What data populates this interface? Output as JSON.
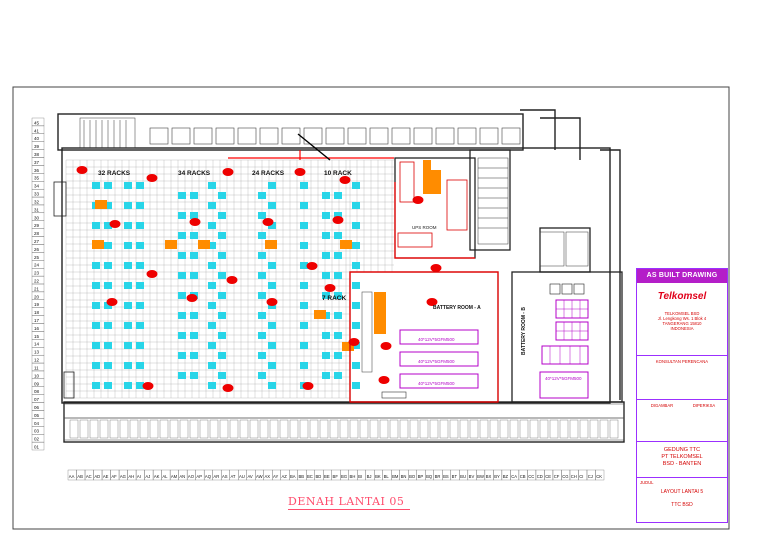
{
  "title_block": {
    "header": "AS BUILT DRAWING",
    "logo": "Telkomsel",
    "company_lines": [
      "TELKOMSEL BSD",
      "Jl. Lengkong Ws. 1 Blok 4",
      "TANGERANG 15810",
      "INDONESIA"
    ],
    "cell_a": "KONSULTAN PERENCANA",
    "cell_b": "DIGAMBAR",
    "cell_c": "DIPERIKSA",
    "project_lines": [
      "GEDUNG TTC",
      "PT TELKOMSEL",
      "BSD - BANTEN"
    ],
    "sheet_label": "JUDUL",
    "sheet_lines": [
      "LAYOUT LANTAI 5",
      "TTC BSD"
    ]
  },
  "drawing_title": "DENAH LANTAI 05",
  "rack_groups": [
    "32 RACKS",
    "34 RACKS",
    "24 RACKS",
    "10 RACK",
    "7 RACK"
  ],
  "rooms": {
    "ups": "UPS ROOM",
    "battery": "BATTERY ROOM - A",
    "battery_b": "BATTERY ROOM - B"
  },
  "battery_banks": [
    "40*12V*5GFM500",
    "40*12V*5GFM500",
    "40*12V*5GFM500"
  ],
  "battery_b_label": "40*12V*5GFM500",
  "row_labels": [
    "45",
    "41",
    "40",
    "39",
    "38",
    "37",
    "36",
    "35",
    "34",
    "33",
    "32",
    "31",
    "30",
    "29",
    "28",
    "27",
    "26",
    "25",
    "24",
    "23",
    "22",
    "21",
    "20",
    "19",
    "18",
    "17",
    "16",
    "15",
    "14",
    "13",
    "12",
    "11",
    "10",
    "09",
    "08",
    "07",
    "06",
    "05",
    "04",
    "03",
    "02",
    "01"
  ],
  "col_labels": [
    "AA",
    "AB",
    "AC",
    "AD",
    "AE",
    "AF",
    "AG",
    "AH",
    "AI",
    "AJ",
    "AK",
    "AL",
    "AM",
    "AN",
    "AO",
    "AP",
    "AQ",
    "AR",
    "AS",
    "AT",
    "AU",
    "AV",
    "AW",
    "AX",
    "AY",
    "AZ",
    "BA",
    "BB",
    "BC",
    "BD",
    "BE",
    "BF",
    "BG",
    "BH",
    "BI",
    "BJ",
    "BK",
    "BL",
    "BM",
    "BN",
    "BO",
    "BP",
    "BQ",
    "BR",
    "BS",
    "BT",
    "BU",
    "BV",
    "BW",
    "BX",
    "BY",
    "BZ",
    "CA",
    "CB",
    "CC",
    "CD",
    "CE",
    "CF",
    "CG",
    "CH",
    "CI",
    "CJ",
    "CK"
  ],
  "colors": {
    "walls": "#222222",
    "grid": "#9a9a9a",
    "rack_fill": "#28d5e8",
    "ac_unit": "#ff8c00",
    "hotspot": "#ee0000",
    "battery_outline": "#b400c8",
    "accent": "#b41ec8"
  }
}
